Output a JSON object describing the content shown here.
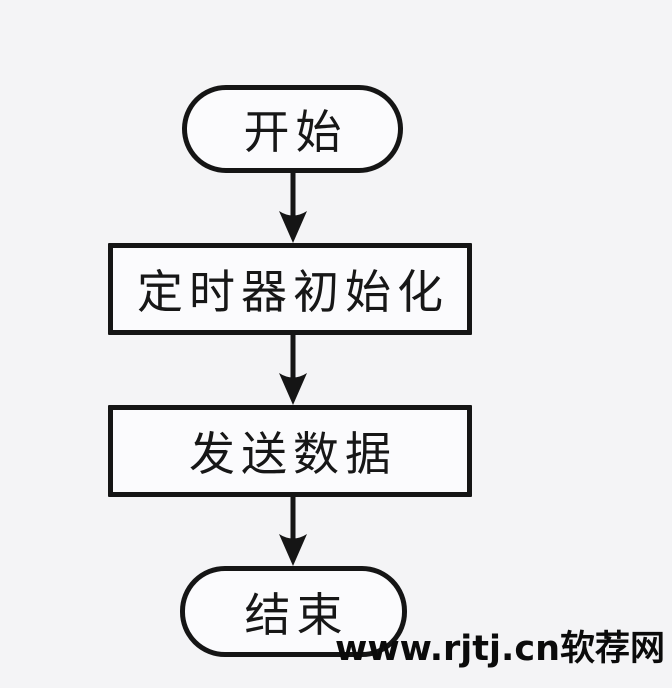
{
  "page": {
    "background_color": "#f4f4f6",
    "stroke_color": "#151515",
    "node_fill_color": "#fbfbfd",
    "text_color": "#171717"
  },
  "diagram": {
    "type": "flowchart",
    "direction": "top-down",
    "nodes": [
      {
        "id": "start",
        "shape": "stadium",
        "label": "开始"
      },
      {
        "id": "init",
        "shape": "rectangle",
        "label": "定时器初始化"
      },
      {
        "id": "send",
        "shape": "rectangle",
        "label": "发送数据"
      },
      {
        "id": "end",
        "shape": "stadium",
        "label": "结束"
      }
    ],
    "edges": [
      {
        "from": "start",
        "to": "init",
        "style": "arrow-down"
      },
      {
        "from": "init",
        "to": "send",
        "style": "arrow-down"
      },
      {
        "from": "send",
        "to": "end",
        "style": "arrow-down"
      }
    ]
  },
  "watermark": {
    "text": "www.rjtj.cn软荐网",
    "color": "#0b0b0b"
  }
}
